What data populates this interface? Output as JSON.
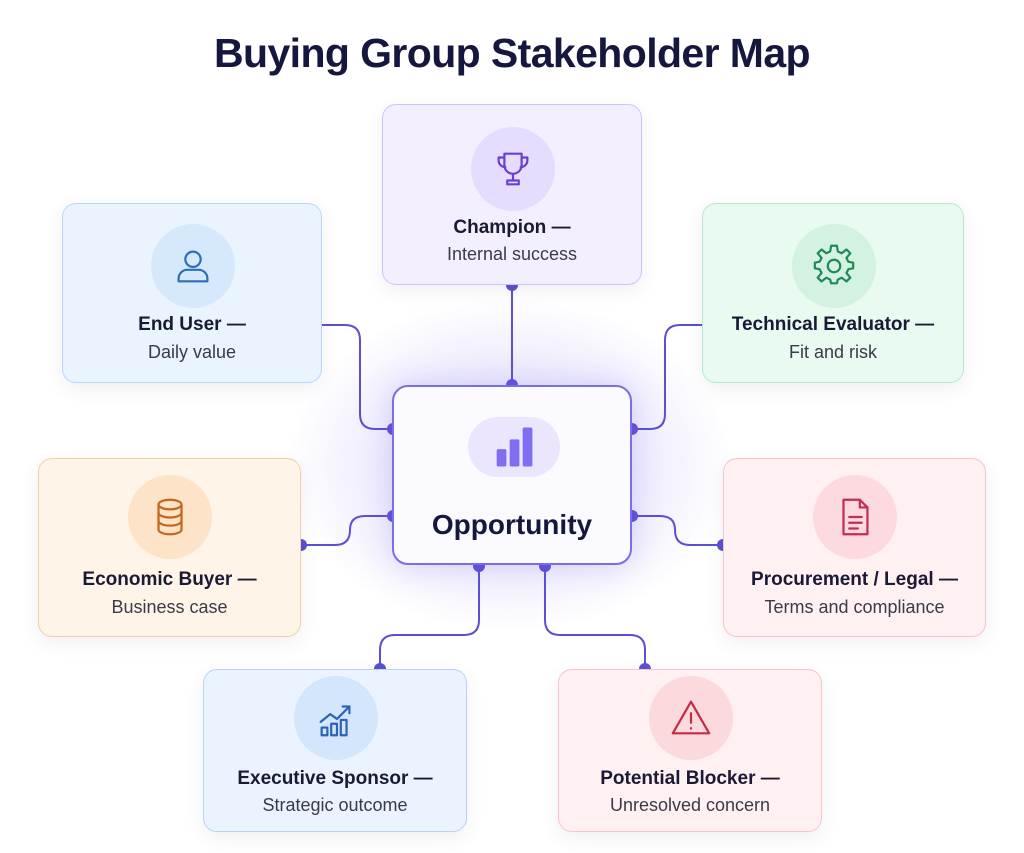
{
  "title": "Buying Group Stakeholder Map",
  "center": {
    "label": "Opportunity",
    "icon": "bar-chart-icon"
  },
  "stakeholders": [
    {
      "id": "champion",
      "title": "Champion —",
      "subtitle": "Internal success",
      "icon": "trophy-icon",
      "color": "#6b3fd4"
    },
    {
      "id": "end-user",
      "title": "End User —",
      "subtitle": "Daily value",
      "icon": "user-icon",
      "color": "#2a6fb8"
    },
    {
      "id": "technical-evaluator",
      "title": "Technical Evaluator —",
      "subtitle": "Fit and risk",
      "icon": "gear-icon",
      "color": "#1f8a55"
    },
    {
      "id": "economic-buyer",
      "title": "Economic Buyer —",
      "subtitle": "Business case",
      "icon": "coin-stack-icon",
      "color": "#c4661b"
    },
    {
      "id": "procurement-legal",
      "title": "Procurement / Legal —",
      "subtitle": "Terms and compliance",
      "icon": "document-icon",
      "color": "#c42c52"
    },
    {
      "id": "executive-sponsor",
      "title": "Executive Sponsor —",
      "subtitle": "Strategic outcome",
      "icon": "growth-chart-icon",
      "color": "#2a63b8"
    },
    {
      "id": "potential-blocker",
      "title": "Potential Blocker —",
      "subtitle": "Unresolved concern",
      "icon": "warning-icon",
      "color": "#c42c45"
    }
  ],
  "colors": {
    "connector": "#5b4fd6",
    "center_border": "#7a6ee8"
  }
}
